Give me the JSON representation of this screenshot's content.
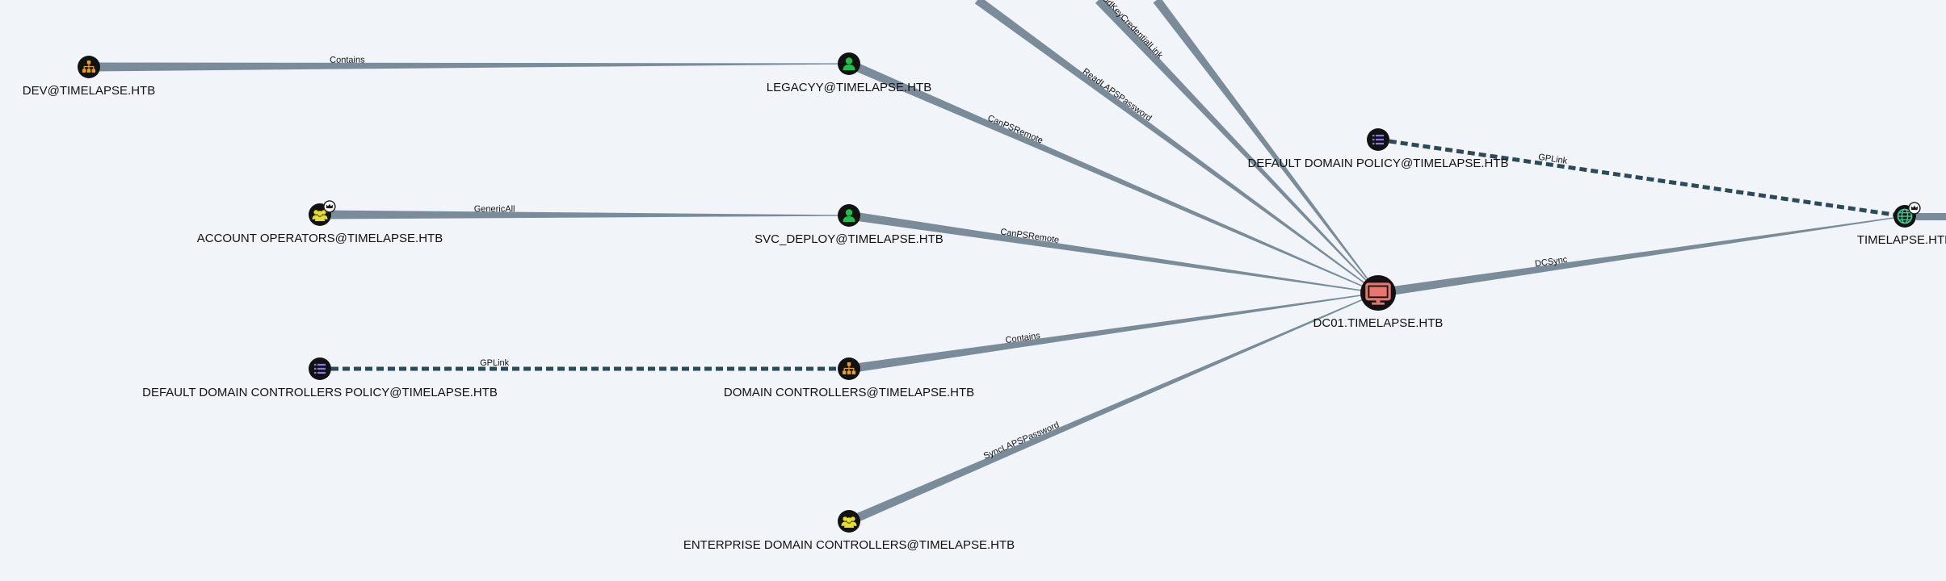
{
  "graph": {
    "background": "#f1f4f9",
    "edge_color": "#7a8c99",
    "gplink_color": "#2c4a57",
    "node_colors": {
      "ou": "#f0a018",
      "user": "#1fbf4a",
      "group": "#e8dd28",
      "gpo": "#8878f0",
      "computer": "#e8766e",
      "domain": "#3cc89a"
    },
    "nodes": [
      {
        "id": "dev",
        "label": "DEV@TIMELAPSE.HTB",
        "kind": "ou",
        "icon": "sitemap-icon"
      },
      {
        "id": "legacyy",
        "label": "LEGACYY@TIMELAPSE.HTB",
        "kind": "user",
        "icon": "user-icon"
      },
      {
        "id": "account_operators",
        "label": "ACCOUNT OPERATORS@TIMELAPSE.HTB",
        "kind": "group",
        "icon": "users-icon",
        "badge": "crown-badge-icon"
      },
      {
        "id": "svc_deploy",
        "label": "SVC_DEPLOY@TIMELAPSE.HTB",
        "kind": "user",
        "icon": "user-icon"
      },
      {
        "id": "default_dc_policy",
        "label": "DEFAULT DOMAIN CONTROLLERS POLICY@TIMELAPSE.HTB",
        "kind": "gpo",
        "icon": "list-icon"
      },
      {
        "id": "domain_controllers",
        "label": "DOMAIN CONTROLLERS@TIMELAPSE.HTB",
        "kind": "ou",
        "icon": "sitemap-icon"
      },
      {
        "id": "enterprise_dcs",
        "label": "ENTERPRISE DOMAIN CONTROLLERS@TIMELAPSE.HTB",
        "kind": "group",
        "icon": "users-icon"
      },
      {
        "id": "dc01",
        "label": "DC01.TIMELAPSE.HTB",
        "kind": "computer",
        "icon": "desktop-icon"
      },
      {
        "id": "default_domain_policy",
        "label": "DEFAULT DOMAIN POLICY@TIMELAPSE.HTB",
        "kind": "gpo",
        "icon": "list-icon"
      },
      {
        "id": "timelapse",
        "label": "TIMELAPSE.HTB",
        "kind": "domain",
        "icon": "globe-icon",
        "badge": "crown-badge-icon"
      }
    ],
    "edges": [
      {
        "from": "dev",
        "to": "legacyy",
        "label": "Contains",
        "style": "solid"
      },
      {
        "from": "legacyy",
        "to": "dc01",
        "label": "CanPSRemote",
        "style": "solid"
      },
      {
        "from": "account_operators",
        "to": "svc_deploy",
        "label": "GenericAll",
        "style": "solid"
      },
      {
        "from": "svc_deploy",
        "to": "dc01",
        "label": "CanPSRemote",
        "style": "solid"
      },
      {
        "from": "default_dc_policy",
        "to": "domain_controllers",
        "label": "GPLink",
        "style": "dashed"
      },
      {
        "from": "domain_controllers",
        "to": "dc01",
        "label": "Contains",
        "style": "solid"
      },
      {
        "from": "enterprise_dcs",
        "to": "dc01",
        "label": "SyncLAPSPassword",
        "style": "solid"
      },
      {
        "from": "default_domain_policy",
        "to": "timelapse",
        "label": "GPLink",
        "style": "dashed"
      },
      {
        "from": "dc01",
        "to": "timelapse",
        "label": "DCSync",
        "style": "solid"
      },
      {
        "from": "offscreen_a",
        "to": "dc01",
        "label": "ReadLAPSPassword",
        "style": "solid"
      },
      {
        "from": "offscreen_b",
        "to": "dc01",
        "label": "AddKeyCredentialLink",
        "style": "solid"
      },
      {
        "from": "offscreen_c",
        "to": "dc01",
        "label": "",
        "style": "solid"
      }
    ]
  }
}
